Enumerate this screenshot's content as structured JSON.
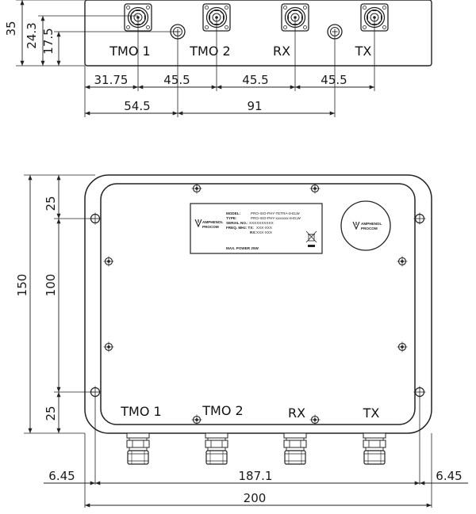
{
  "top_view": {
    "port_labels": {
      "tmo1": "TMO 1",
      "tmo2": "TMO 2",
      "rx": "RX",
      "tx": "TX"
    },
    "dims": {
      "height_total": "35",
      "height_connector": "24.3",
      "height_hole": "17.5",
      "d1": "31.75",
      "d2": "45.5",
      "d3": "45.5",
      "d4": "45.5",
      "e1": "54.5",
      "e2": "91"
    }
  },
  "front_view": {
    "port_labels": {
      "tmo1": "TMO 1",
      "tmo2": "TMO 2",
      "rx": "RX",
      "tx": "TX"
    },
    "dims": {
      "height_total": "150",
      "hole_pitch": "100",
      "hole_top": "25",
      "hole_bottom": "25",
      "left_margin": "6.45",
      "hole_span": "187.1",
      "right_margin": "6.45",
      "width_total": "200"
    },
    "label": {
      "brand_line1": "AMPHENOL",
      "brand_line2": "PROCOM",
      "model_key": "MODEL:",
      "model_val": "PRO-ISO-PHY-TETRA-8-ELW",
      "type_key": "TYPE:",
      "type_val": "PRO-ISO-PHY-xxxxxxx-8-ELW",
      "serial_key": "SERIAL NO.:",
      "serial_val": "XXXXXXXXXX",
      "freq_key": "FREQ. MHz: TX:",
      "freq_tx": "XXX-XXX",
      "rx_key": "RX:",
      "freq_rx": "XXX-XXX",
      "power": "MAX. POWER 25W"
    },
    "logo": {
      "line1": "AMPHENOL",
      "line2": "PROCOM"
    }
  }
}
